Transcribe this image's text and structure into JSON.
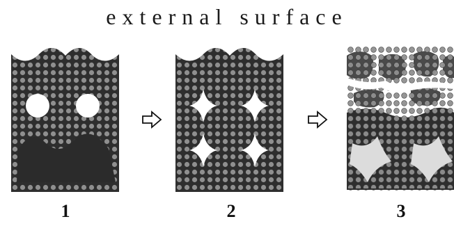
{
  "title": "external surface",
  "steps": [
    {
      "label": "1"
    },
    {
      "label": "2"
    },
    {
      "label": "3"
    }
  ],
  "colors": {
    "matrix": "#2e2e2e",
    "particle": "#8f8f8f",
    "pore": "#ffffff",
    "pore_partial": "#dcdcdc"
  },
  "icons": [
    "arrow-right-icon",
    "arrow-right-icon"
  ]
}
